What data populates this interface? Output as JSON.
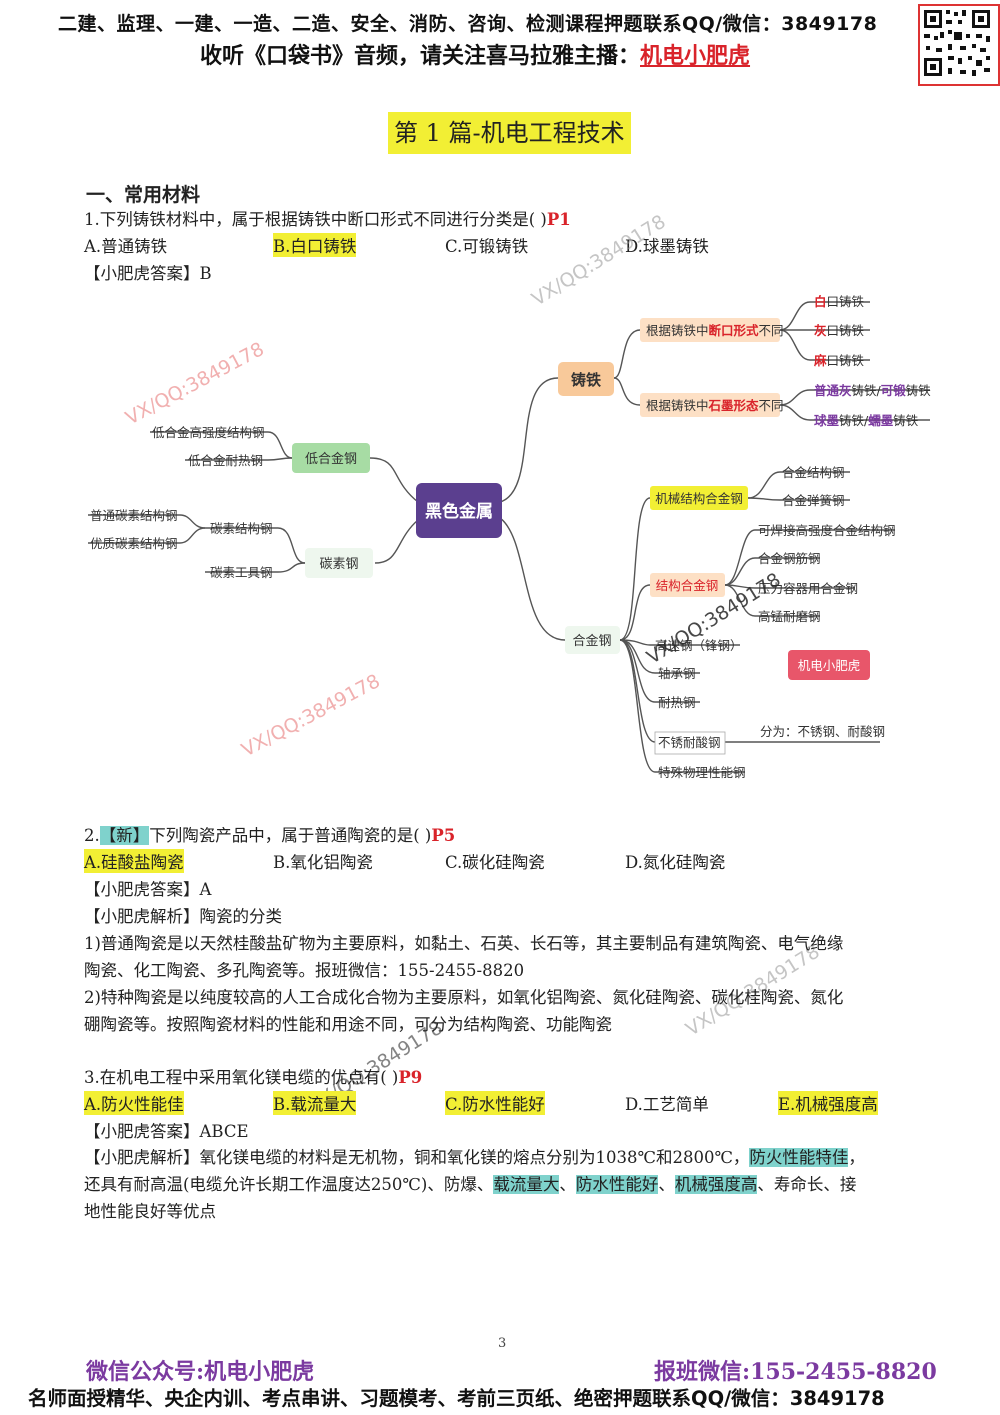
{
  "header": {
    "line1": "二建、监理、一建、一造、二造、安全、消防、咨询、检测课程押题联系QQ/微信：3849178",
    "line2_prefix": "收听《口袋书》音频，请关注喜马拉雅主播：",
    "line2_link": "机电小肥虎"
  },
  "qr_icon": "qr-code-icon",
  "title": "第 1 篇-机电工程技术",
  "section1": "一、常用材料",
  "q1": {
    "stem": "1.下列铸铁材料中，属于根据铸铁中断口形式不同进行分类是(          )",
    "ref": "P1",
    "options": [
      "A.普通铸铁",
      "B.白口铸铁",
      "C.可锻铸铁",
      "D.球墨铸铁"
    ],
    "answer": "【小肥虎答案】B"
  },
  "mindmap": {
    "center": "黑色金属",
    "zhutie": "铸铁",
    "duankou_pre": "根据铸铁中",
    "duankou_em": "断口形式",
    "duankou_post": "不同",
    "shimo_pre": "根据铸铁中",
    "shimo_em": "石墨形态",
    "shimo_post": "不同",
    "bai_em": "白",
    "bai_rest": "口铸铁",
    "hui_em": "灰",
    "hui_rest": "口铸铁",
    "ma_em": "麻",
    "ma_rest": "口铸铁",
    "pt_em": "普通灰",
    "pt_mid": "铸铁/",
    "pt_em2": "可锻",
    "pt_rest": "铸铁",
    "qm_em": "球墨",
    "qm_mid": "铸铁/",
    "qm_em2": "蠕墨",
    "qm_rest": "铸铁",
    "dihejin": "低合金钢",
    "dh1": "低合金高强度结构钢",
    "dh2": "低合金耐热钢",
    "tansu": "碳素钢",
    "ts_jg": "碳素结构钢",
    "ts_pt": "普通碳素结构钢",
    "ts_yz": "优质碳素结构钢",
    "ts_gj": "碳素工具钢",
    "hejin": "合金钢",
    "jx": "机械结构合金钢",
    "jx1": "合金结构钢",
    "jx2": "合金弹簧钢",
    "jg": "结构合金钢",
    "jg1": "可焊接高强度合金结构钢",
    "jg2": "合金钢筋钢",
    "jg3": "压力容器用合金钢",
    "jg4": "高锰耐磨钢",
    "gs": "高速钢（锋钢）",
    "zc": "轴承钢",
    "nr": "耐热钢",
    "bx": "不锈耐酸钢",
    "bx_note": "分为：不锈钢、耐酸钢",
    "ts": "特殊物理性能钢",
    "badge": "机电小肥虎"
  },
  "q2": {
    "num": "2.",
    "tag": "【新】",
    "stem": "下列陶瓷产品中，属于普通陶瓷的是(          )",
    "ref": "P5",
    "options": [
      "A.硅酸盐陶瓷",
      "B.氧化铝陶瓷",
      "C.碳化硅陶瓷",
      "D.氮化硅陶瓷"
    ],
    "answer": "【小肥虎答案】A",
    "analysis_title": "【小肥虎解析】陶瓷的分类",
    "p1a": "1)普通陶瓷是以天然桂酸盐矿物为主要原料，如黏土、石英、长石等，其主要制品有建筑陶瓷、电气绝缘",
    "p1b": "陶瓷、化工陶瓷、多孔陶瓷等。报班微信：155-2455-8820",
    "p2a": "2)特种陶瓷是以纯度较高的人工合成化合物为主要原料，如氧化铝陶瓷、氮化硅陶瓷、碳化桂陶瓷、氮化",
    "p2b": "硼陶瓷等。按照陶瓷材料的性能和用途不同，可分为结构陶瓷、功能陶瓷"
  },
  "q3": {
    "stem": "3.在机电工程中采用氧化镁电缆的优点有(          )",
    "ref": "P9",
    "options": [
      "A.防火性能佳",
      "B.载流量大",
      "C.防水性能好",
      "D.工艺简单",
      "E.机械强度高"
    ],
    "answer": "【小肥虎答案】ABCE",
    "a_pre": "【小肥虎解析】氧化镁电缆的材料是无机物，铜和氧化镁的熔点分别为1038℃和2800℃，",
    "a_hl1": "防火性能特佳",
    "a_comma": "，",
    "b_pre": "还具有耐高温(电缆允许长期工作温度达250℃)、防爆、",
    "b_hl1": "载流量大",
    "sep": "、",
    "b_hl2": "防水性能好",
    "b_hl3": "机械强度高",
    "b_post": "、寿命长、接",
    "c_line": "地性能良好等优点"
  },
  "watermark": "VX/QQ:3849178",
  "page_number": "3",
  "footer": {
    "left": "微信公众号:机电小肥虎",
    "right": "报班微信:155-2455-8820",
    "bottom": "名师面授精华、央企内训、考点串讲、习题模考、考前三页纸、绝密押题联系QQ/微信：3849178"
  },
  "colors": {
    "center": "#5b3f8f",
    "orange": "#f8c99a",
    "green": "#a7dca4",
    "yellow": "#f2ef34",
    "teal": "#7fd2cc",
    "red": "#d9232a",
    "purple_footer": "#7b3aa0"
  }
}
